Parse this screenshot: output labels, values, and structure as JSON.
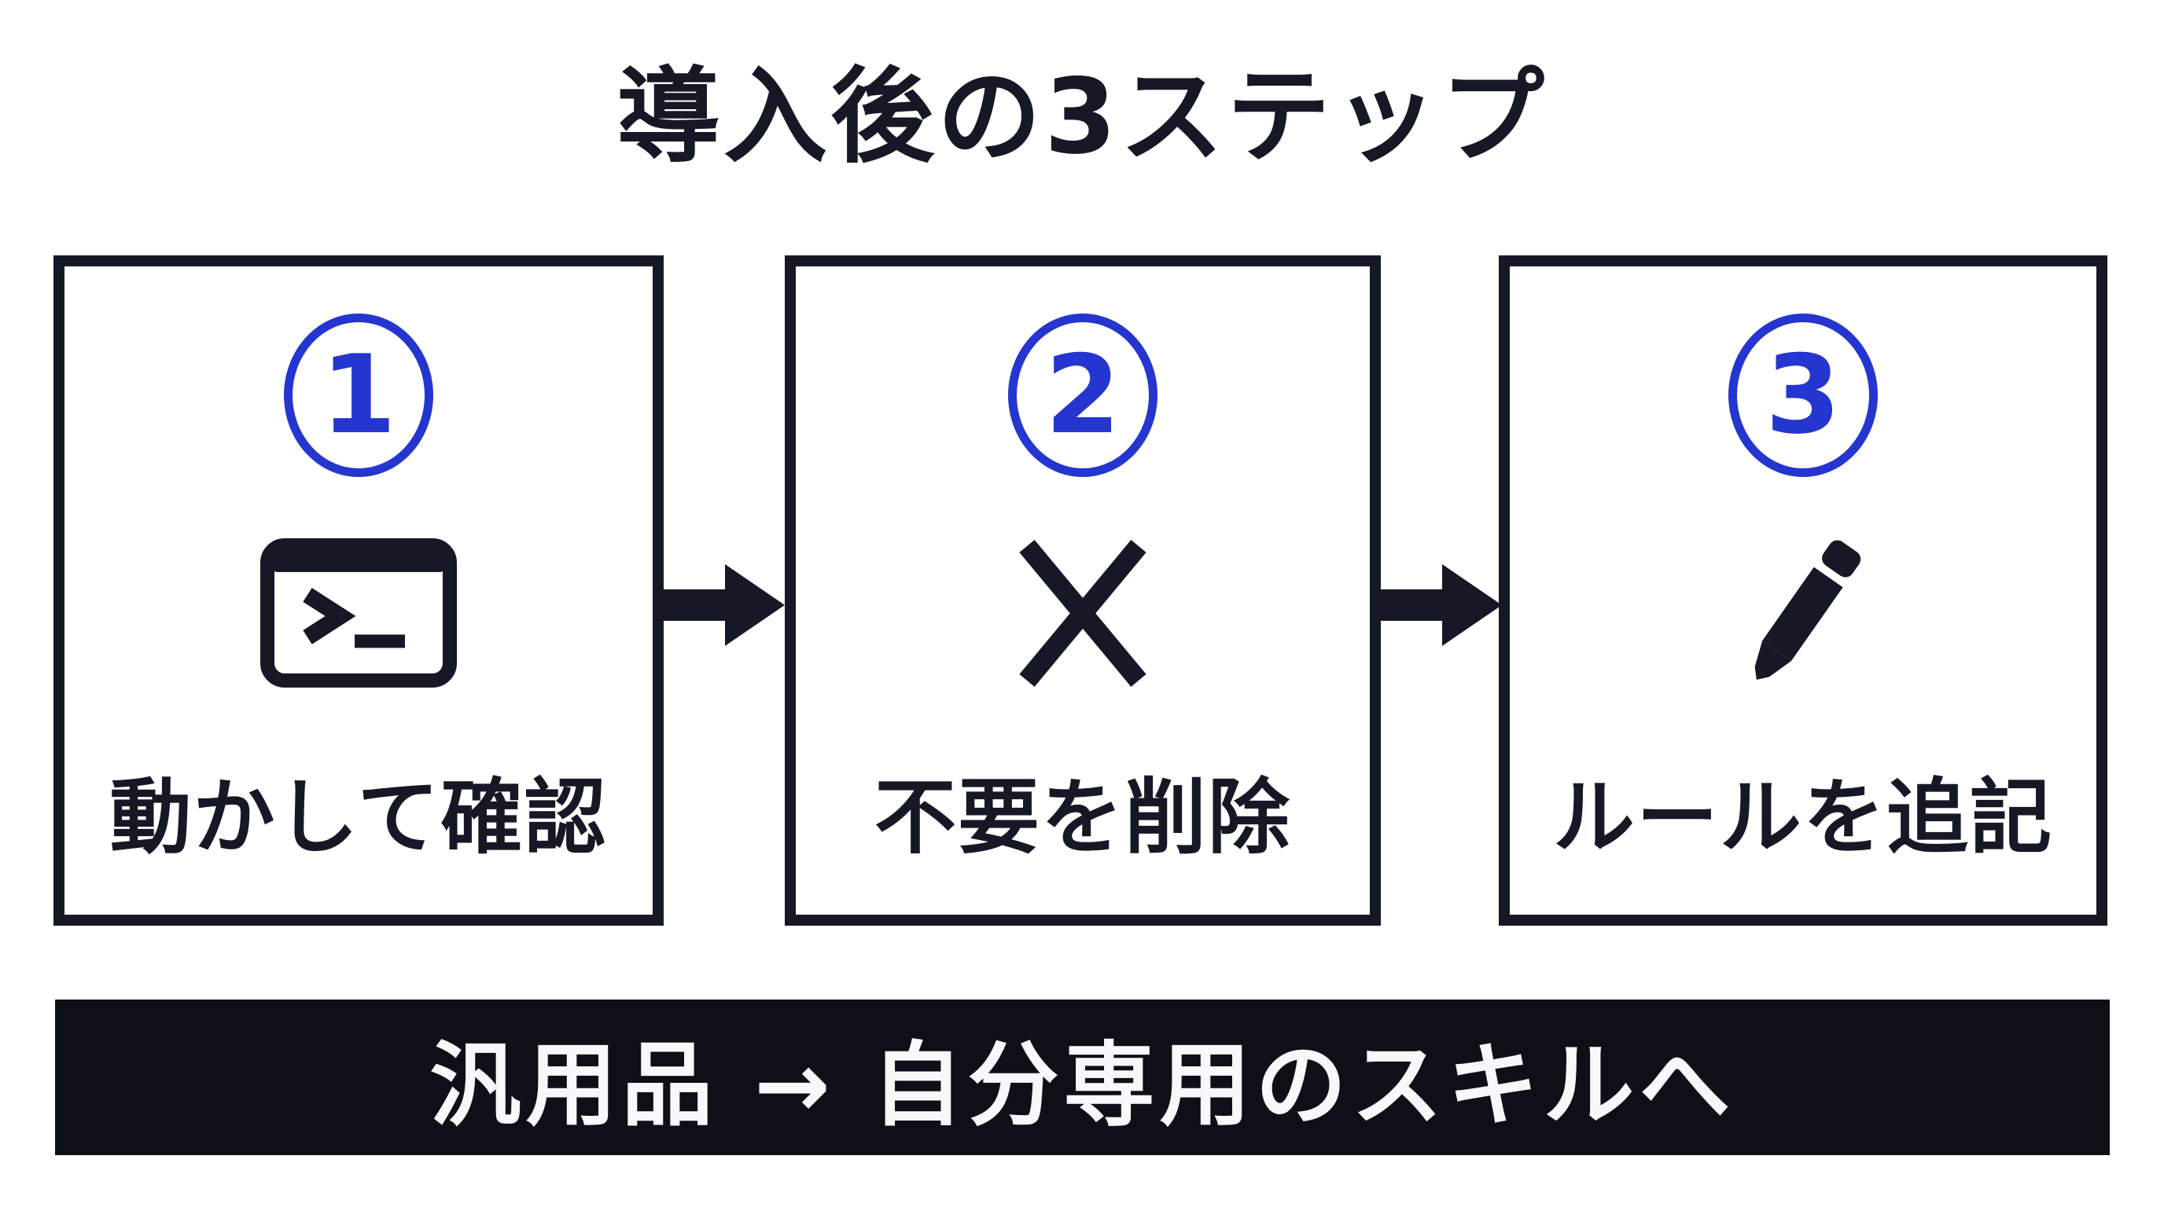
{
  "title": "導入後の3ステップ",
  "steps": [
    {
      "number": "1",
      "label": "動かして確認",
      "icon": "terminal-icon"
    },
    {
      "number": "2",
      "label": "不要を削除",
      "icon": "x-mark-icon"
    },
    {
      "number": "3",
      "label": "ルールを追記",
      "icon": "pencil-icon"
    }
  ],
  "footer": {
    "text": "汎用品 → 自分専用のスキルへ"
  },
  "colors": {
    "ink": "#161925",
    "accent_blue": "#2535cf",
    "footer_bg": "#0d1017",
    "background": "#ffffff"
  }
}
